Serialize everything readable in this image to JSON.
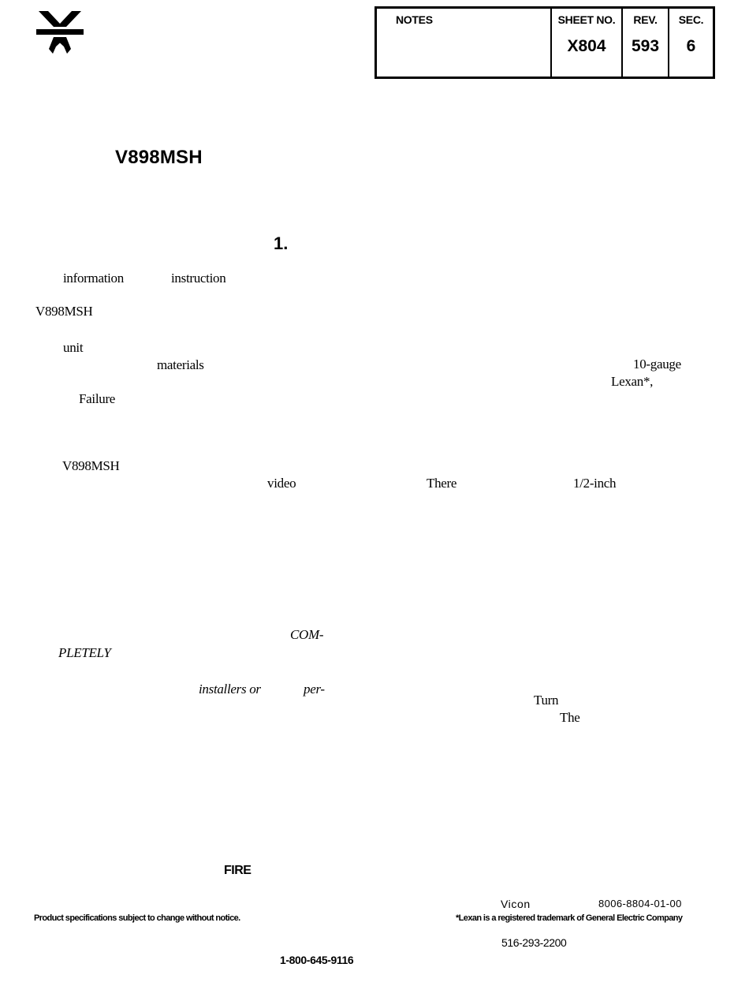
{
  "header": {
    "title_block": {
      "notes_label": "NOTES",
      "sheet_label": "SHEET NO.",
      "sheet_value": "X804",
      "rev_label": "REV.",
      "rev_value": "593",
      "sec_label": "SEC.",
      "sec_value": "6"
    }
  },
  "heading": {
    "model": "V898MSH",
    "section_number": "1."
  },
  "body_fragments": {
    "information": "information",
    "instruction": "instruction",
    "model_ref_1": "V898MSH",
    "unit": "unit",
    "materials": "materials",
    "gauge": "10-gauge",
    "lexan": "Lexan*,",
    "failure": "Failure",
    "model_ref_2": "V898MSH",
    "video": "video",
    "there": "There",
    "half_inch": "1/2-inch",
    "completely_a": "COM-",
    "completely_b": "PLETELY",
    "installers_or": "installers or",
    "per": "per-",
    "turn": "Turn",
    "the": "The",
    "fire": "FIRE"
  },
  "footer": {
    "vicon": "Vicon",
    "doc_number": "8006-8804-01-00",
    "spec_notice": "Product specifications subject to change without notice.",
    "trademark_note": "*Lexan is a registered trademark of General Electric Company",
    "phone_local": "516-293-2200",
    "phone_tollfree": "1-800-645-9116"
  }
}
